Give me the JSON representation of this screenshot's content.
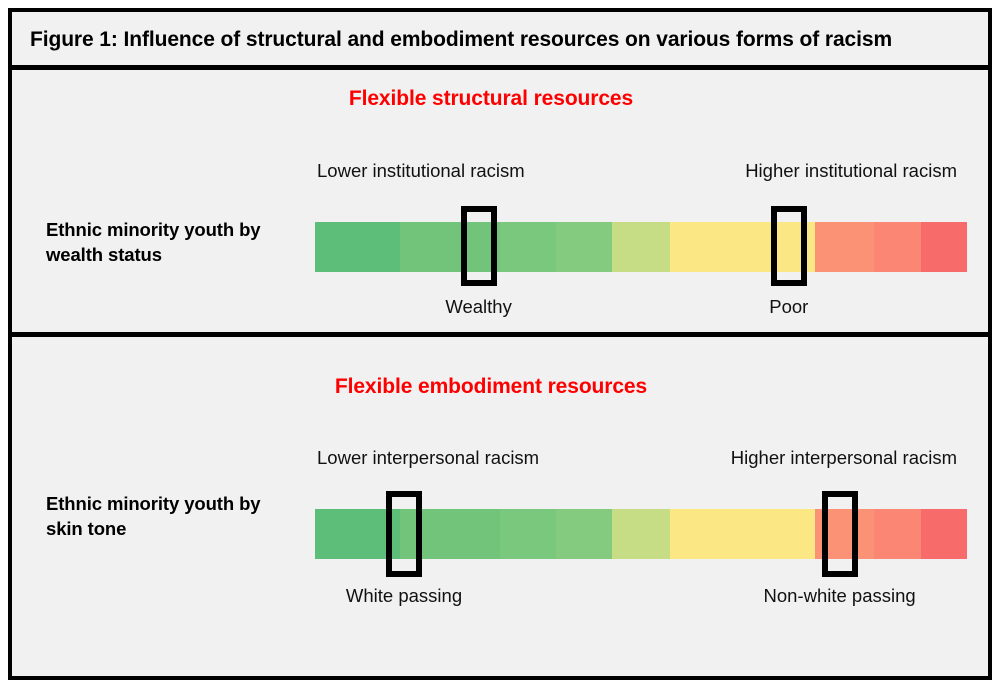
{
  "figure": {
    "title": "Figure 1: Influence of structural and embodiment resources on various forms of racism",
    "frame_border_color": "#000000",
    "background_color": "#f1f1f1",
    "heading_color": "#ff0000"
  },
  "panels": [
    {
      "id": "structural",
      "heading": "Flexible structural resources",
      "row_label": "Ethnic minority youth by wealth status",
      "left_end_label": "Lower institutional racism",
      "right_end_label": "Higher institutional racism",
      "markers": [
        {
          "label": "Wealthy",
          "position_pct": 26
        },
        {
          "label": "Poor",
          "position_pct": 73
        }
      ]
    },
    {
      "id": "embodiment",
      "heading": "Flexible embodiment resources",
      "row_label": "Ethnic minority youth by skin tone",
      "left_end_label": "Lower interpersonal racism",
      "right_end_label": "Higher interpersonal racism",
      "markers": [
        {
          "label": "White passing",
          "position_pct": 14.7
        },
        {
          "label": "Non-white passing",
          "position_pct": 80.7
        }
      ]
    }
  ],
  "chart_data": {
    "type": "heatmap",
    "title": "Figure 1: Influence of structural and embodiment resources on various forms of racism",
    "xlabel": "",
    "ylabel": "",
    "legend_position": "none",
    "grid": false,
    "colorbar": {
      "name": "green-to-red racism gradient",
      "orientation": "horizontal",
      "segments": [
        {
          "color": "#5dbe79",
          "width_pct": 13.0
        },
        {
          "color": "#72c47b",
          "width_pct": 15.3
        },
        {
          "color": "#79c87e",
          "width_pct": 8.6
        },
        {
          "color": "#84cb80",
          "width_pct": 8.6
        },
        {
          "color": "#c6dc85",
          "width_pct": 9.0
        },
        {
          "color": "#fbe884",
          "width_pct": 22.2
        },
        {
          "color": "#fb9175",
          "width_pct": 9.0
        },
        {
          "color": "#fa8673",
          "width_pct": 7.3
        },
        {
          "color": "#f86b6b",
          "width_pct": 7.0
        }
      ],
      "left_meaning": "lower racism",
      "right_meaning": "higher racism"
    },
    "rows": [
      {
        "group": "Flexible structural resources",
        "category": "Ethnic minority youth by wealth status",
        "axis_left": "Lower institutional racism",
        "axis_right": "Higher institutional racism",
        "points": [
          {
            "label": "Wealthy",
            "x_pct": 26
          },
          {
            "label": "Poor",
            "x_pct": 73
          }
        ]
      },
      {
        "group": "Flexible embodiment resources",
        "category": "Ethnic minority youth by skin tone",
        "axis_left": "Lower interpersonal racism",
        "axis_right": "Higher interpersonal racism",
        "points": [
          {
            "label": "White passing",
            "x_pct": 14.7
          },
          {
            "label": "Non-white passing",
            "x_pct": 80.7
          }
        ]
      }
    ]
  }
}
